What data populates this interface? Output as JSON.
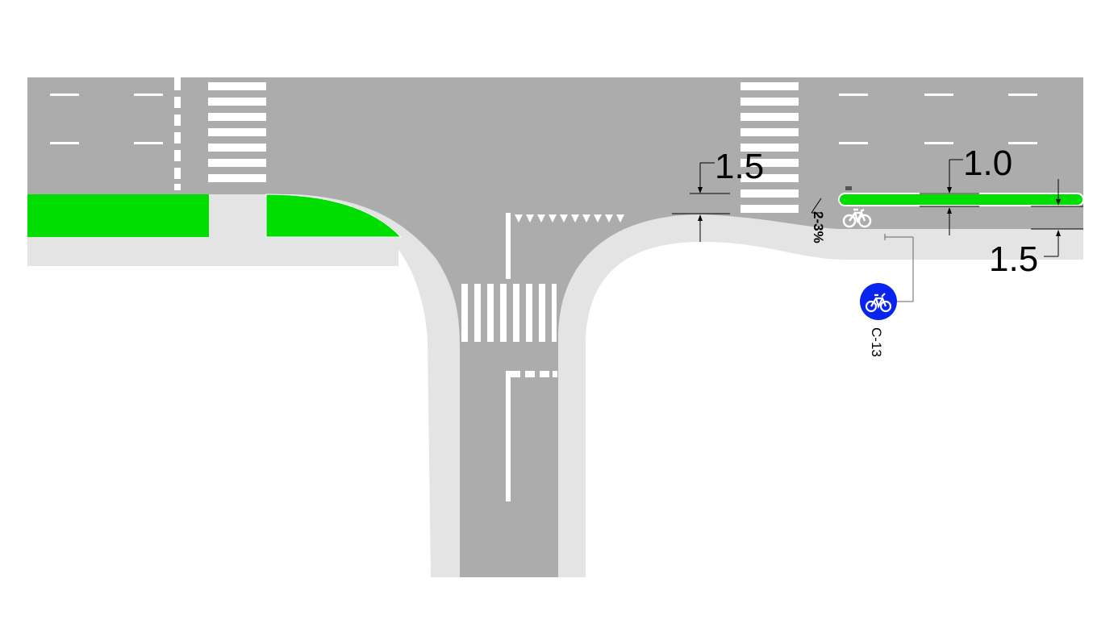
{
  "dimensions": {
    "left_offset": "1.5",
    "island_width": "1.0",
    "path_width": "1.5"
  },
  "slope_label": "2-3%",
  "sign": {
    "code": "C-13",
    "icon": "bicycle-icon",
    "color": "#0a24f0"
  },
  "colors": {
    "road": "#acacac",
    "sidewalk": "#e4e4e4",
    "green_strip": "#00dd00",
    "marking": "#ffffff",
    "sign_blue": "#0a24f0"
  }
}
